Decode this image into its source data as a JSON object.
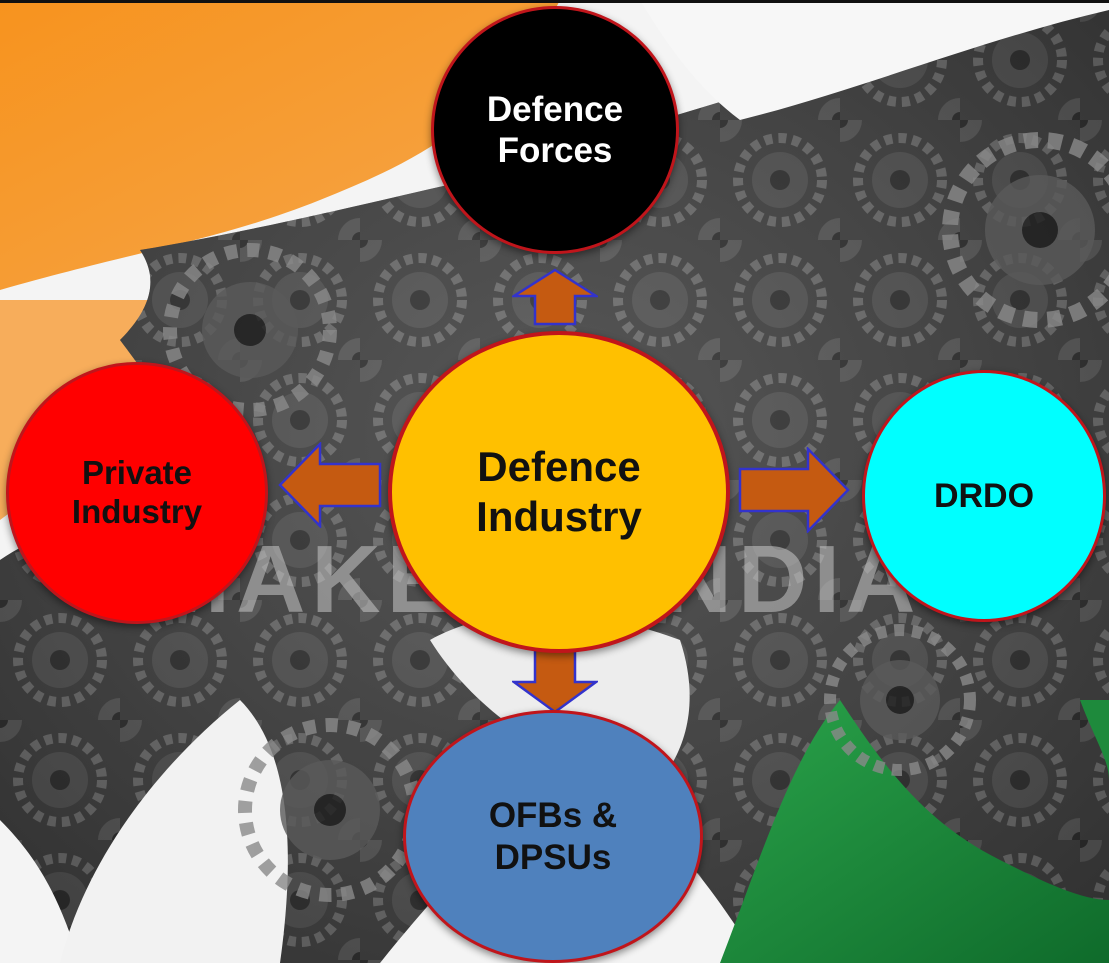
{
  "diagram": {
    "center": {
      "label": "Defence\nIndustry",
      "fill": "#ffc000",
      "text_color": "#111111"
    },
    "nodes": [
      {
        "id": "defence-forces",
        "label": "Defence\nForces",
        "fill": "#000000",
        "text_color": "#ffffff"
      },
      {
        "id": "private-industry",
        "label": "Private\nIndustry",
        "fill": "#ff0000",
        "text_color": "#111111"
      },
      {
        "id": "drdo",
        "label": "DRDO",
        "fill": "#00ffff",
        "text_color": "#111111"
      },
      {
        "id": "ofbs-dpsus",
        "label": "OFBs &\nDPSUs",
        "fill": "#4f81bd",
        "text_color": "#111111"
      }
    ],
    "arrows": [
      {
        "id": "arrow-up",
        "direction": "up",
        "fill": "#c55a11"
      },
      {
        "id": "arrow-left",
        "direction": "left",
        "fill": "#c55a11"
      },
      {
        "id": "arrow-right",
        "direction": "right",
        "fill": "#c55a11"
      },
      {
        "id": "arrow-down",
        "direction": "down",
        "fill": "#c55a11"
      }
    ],
    "node_border_color": "#c0151b",
    "arrow_outline_color": "#3333cc"
  },
  "background": {
    "saffron": "#f7931e",
    "green": "#1e8a3c",
    "gear_gray": "#4a4a4a",
    "watermark_text": "MAKE IN INDIA"
  }
}
